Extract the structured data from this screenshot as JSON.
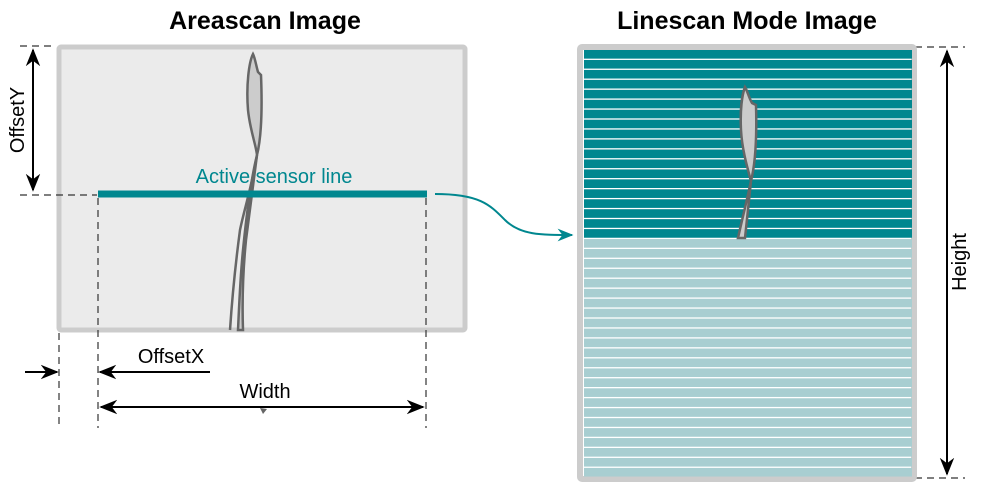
{
  "titles": {
    "areascan": "Areascan Image",
    "linescan": "Linescan Mode Image"
  },
  "labels": {
    "active_sensor_line": "Active sensor line",
    "offset_y": "OffsetY",
    "offset_x": "OffsetX",
    "width": "Width",
    "height": "Height"
  },
  "colors": {
    "teal": "#00878f",
    "light_teal": "#a8ced1",
    "frame": "#cccccc",
    "image_bg": "#ebebeb",
    "object": "#cccccc",
    "object_outline": "#666666"
  }
}
